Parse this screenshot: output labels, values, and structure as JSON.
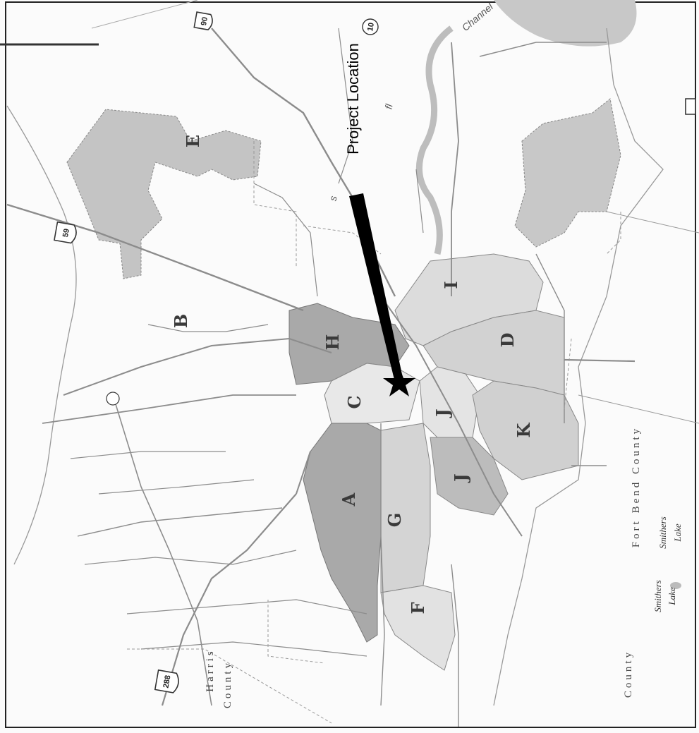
{
  "callout": {
    "label": "Project Location"
  },
  "zones": [
    "A",
    "B",
    "C",
    "D",
    "E",
    "F",
    "G",
    "H",
    "I",
    "J",
    "J",
    "K"
  ],
  "highways": {
    "us90": "90",
    "us10": "10",
    "us59": "59",
    "us288": "288"
  },
  "counties": {
    "fort_bend": "Fort Bend County",
    "harris": "Harris",
    "harris_county": "County",
    "county_bottom": "County"
  },
  "lakes": {
    "smithers_1": "Smithers",
    "smithers_1b": "Lake",
    "smithers_2": "Smithers",
    "smithers_2b": "Lake"
  },
  "waterways": {
    "channel": "Channel",
    "fl": "fl",
    "s": "s"
  },
  "colors": {
    "zone_dark": "#a9a9a9",
    "zone_mid": "#c4c4c4",
    "zone_light": "#dcdcdc",
    "zone_lighter": "#e8e8e8",
    "road": "#8c8c8c",
    "callout": "#000000"
  }
}
